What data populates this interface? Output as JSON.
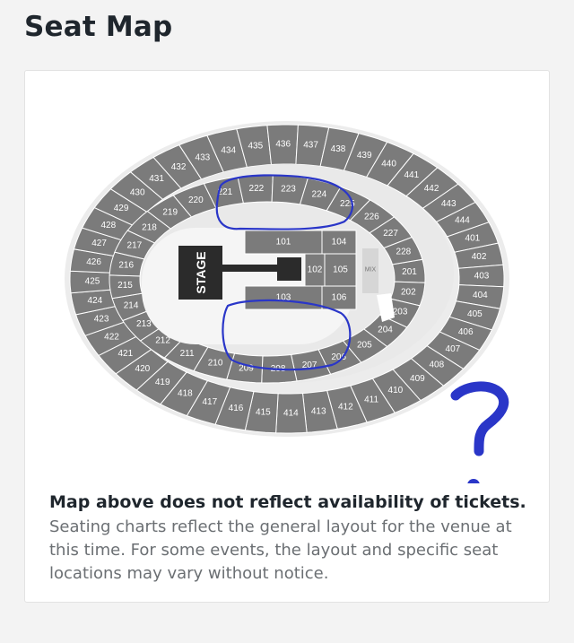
{
  "page": {
    "title": "Seat Map"
  },
  "map": {
    "stage_label": "STAGE",
    "mix_label": "MIX",
    "colors": {
      "section": "#7b7b7b",
      "ring": "#e8e8e8",
      "stage": "#2b2b2b",
      "annotation_pen": "#2a36c8"
    },
    "sections_400": [
      "401",
      "402",
      "403",
      "404",
      "405",
      "406",
      "407",
      "408",
      "409",
      "410",
      "411",
      "412",
      "413",
      "414",
      "415",
      "416",
      "417",
      "418",
      "419",
      "420",
      "421",
      "422",
      "423",
      "424",
      "425",
      "426",
      "427",
      "428",
      "429",
      "430",
      "431",
      "432",
      "433",
      "434",
      "435",
      "436",
      "437",
      "438",
      "439",
      "440",
      "441",
      "442",
      "443",
      "444"
    ],
    "sections_200": [
      "201",
      "202",
      "203",
      "204",
      "205",
      "206",
      "207",
      "208",
      "209",
      "210",
      "211",
      "212",
      "213",
      "214",
      "215",
      "216",
      "217",
      "218",
      "219",
      "220",
      "221",
      "222",
      "223",
      "224",
      "225",
      "226",
      "227",
      "228"
    ],
    "sections_100": [
      "101",
      "102",
      "103",
      "104",
      "105",
      "106"
    ],
    "annotation": {
      "mark": "?",
      "description_shown": false
    }
  },
  "notice": {
    "title": "Map above does not reflect availability of tickets.",
    "body": "Seating charts reflect the general layout for the venue at this time. For some events, the layout and specific seat locations may vary without notice."
  }
}
